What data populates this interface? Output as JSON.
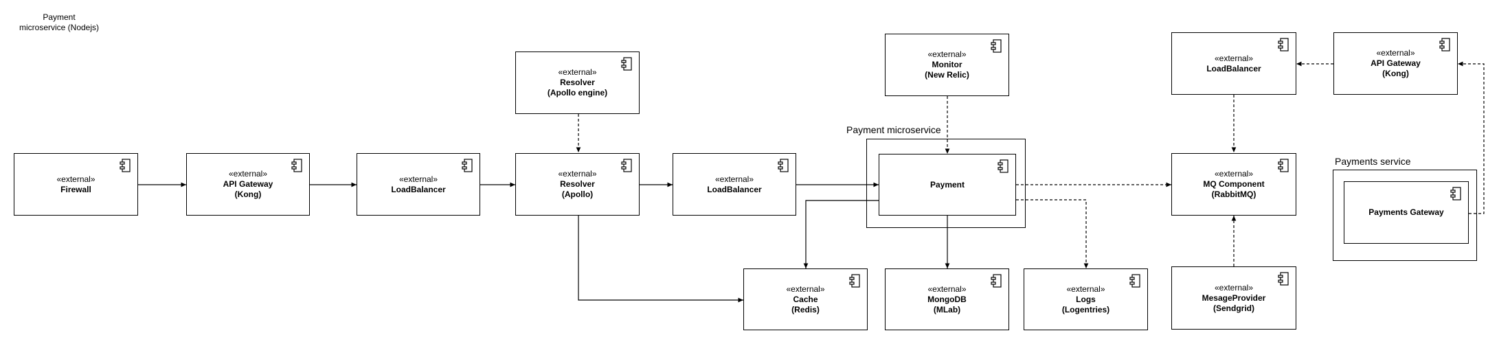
{
  "diagram": {
    "title": "Payment\nmicroservice (Nodejs)",
    "groups": {
      "payment_microservice": "Payment microservice",
      "payments_service": "Payments service"
    },
    "components": {
      "firewall": {
        "stereotype": "«external»",
        "name": "Firewall",
        "detail": ""
      },
      "api_gateway_main": {
        "stereotype": "«external»",
        "name": "API Gateway",
        "detail": "(Kong)"
      },
      "loadbalancer_1": {
        "stereotype": "«external»",
        "name": "LoadBalancer",
        "detail": ""
      },
      "resolver_engine": {
        "stereotype": "«external»",
        "name": "Resolver",
        "detail": "(Apollo engine)"
      },
      "resolver_apollo": {
        "stereotype": "«external»",
        "name": "Resolver",
        "detail": "(Apollo)"
      },
      "loadbalancer_2": {
        "stereotype": "«external»",
        "name": "LoadBalancer",
        "detail": ""
      },
      "monitor": {
        "stereotype": "«external»",
        "name": "Monitor",
        "detail": "(New Relic)"
      },
      "payment": {
        "stereotype": "",
        "name": "Payment",
        "detail": ""
      },
      "cache": {
        "stereotype": "«external»",
        "name": "Cache",
        "detail": "(Redis)"
      },
      "mongodb": {
        "stereotype": "«external»",
        "name": "MongoDB",
        "detail": "(MLab)"
      },
      "logs": {
        "stereotype": "«external»",
        "name": "Logs",
        "detail": "(Logentries)"
      },
      "loadbalancer_mq": {
        "stereotype": "«external»",
        "name": "LoadBalancer",
        "detail": ""
      },
      "api_gateway_right": {
        "stereotype": "«external»",
        "name": "API Gateway",
        "detail": "(Kong)"
      },
      "mq_component": {
        "stereotype": "«external»",
        "name": "MQ Component",
        "detail": "(RabbitMQ)"
      },
      "message_provider": {
        "stereotype": "«external»",
        "name": "MesageProvider",
        "detail": "(Sendgrid)"
      },
      "payments_gateway": {
        "stereotype": "",
        "name": "Payments Gateway",
        "detail": ""
      }
    }
  }
}
